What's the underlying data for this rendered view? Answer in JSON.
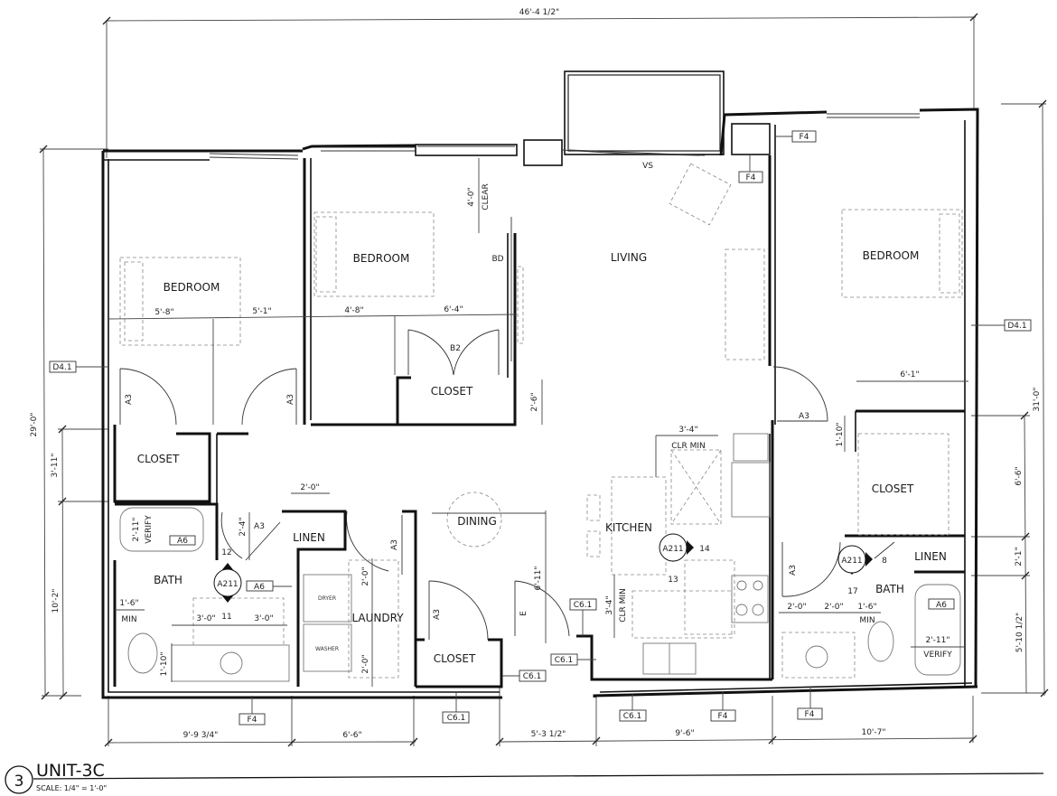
{
  "drawing": {
    "number": "3",
    "title": "UNIT-3C",
    "scale": "SCALE:  1/4\" = 1'-0\""
  },
  "rooms": {
    "bedroom_left": "BEDROOM",
    "bedroom_middle": "BEDROOM",
    "bedroom_right": "BEDROOM",
    "living": "LIVING",
    "dining": "DINING",
    "kitchen": "KITCHEN",
    "closet_left": "CLOSET",
    "closet_middle": "CLOSET",
    "closet_right": "CLOSET",
    "closet_entry": "CLOSET",
    "bath_left": "BATH",
    "bath_right": "BATH",
    "linen_left": "LINEN",
    "linen_right": "LINEN",
    "laundry": "LAUNDRY",
    "dryer": "DRYER",
    "washer": "WASHER"
  },
  "dimensions": {
    "overall_width": "46'-4 1/2\"",
    "left_height": "29'-0\"",
    "right_height": "31'-0\"",
    "left_3_11": "3'-11\"",
    "left_10_2": "10'-2\"",
    "right_6_6": "6'-6\"",
    "right_2_1": "2'-1\"",
    "right_5_10_5": "5'-10 1/2\"",
    "bed1_5_8": "5'-8\"",
    "bed1_5_1": "5'-1\"",
    "bed2_4_8": "4'-8\"",
    "bed2_6_4": "6'-4\"",
    "clear_4_0": "4'-0\"",
    "clear_label": "CLEAR",
    "closet_2_6": "2'-6\"",
    "bed3_6_1": "6'-1\"",
    "bed3_1_10": "1'-10\"",
    "kitchen_3_4_top": "3'-4\"",
    "kitchen_clr_min_top": "CLR MIN",
    "kitchen_3_4_left": "3'-4\"",
    "kitchen_clr_min_left": "CLR MIN",
    "dining_6_11": "6'-11\"",
    "linen_2_0": "2'-0\"",
    "bath_2_4": "2'-4\"",
    "bath_1_6": "1'-6\"",
    "bath_min": "MIN",
    "bath_3_0_a": "3'-0\"",
    "bath_3_0_b": "3'-0\"",
    "bath_1_10": "1'-10\"",
    "tub_2_11_left": "2'-11\"",
    "tub_verify_left": "VERIFY",
    "laundry_2_0_a": "2'-0\"",
    "laundry_2_0_b": "2'-0\"",
    "rbath_2_0_a": "2'-0\"",
    "rbath_2_0_b": "2'-0\"",
    "rbath_1_6": "1'-6\"",
    "rbath_min": "MIN",
    "tub_2_11_right": "2'-11\"",
    "tub_verify_right": "VERIFY",
    "bottom_9_9_75": "9'-9 3/4\"",
    "bottom_6_6": "6'-6\"",
    "bottom_5_3_5": "5'-3 1/2\"",
    "bottom_9_6": "9'-6\"",
    "bottom_10_7": "10'-7\""
  },
  "tags": {
    "d41_left": "D4.1",
    "d41_right": "D4.1",
    "f4_top_a": "F4",
    "f4_top_b": "F4",
    "f4_bottom_a": "F4",
    "f4_bottom_b": "F4",
    "f4_bottom_c": "F4",
    "c61_bottom_a": "C6.1",
    "c61_bottom_b": "C6.1",
    "c61_closet": "C6.1",
    "c61_kitchen_a": "C6.1",
    "c61_kitchen_b": "C6.1",
    "a6_tub_left": "A6",
    "a6_bath_left": "A6",
    "a6_tub_right": "A6"
  },
  "callouts": {
    "a211_bath_left": "A211",
    "a211_kitchen": "A211",
    "a211_bath_right": "A211",
    "num_11": "11",
    "num_12": "12",
    "num_13": "13",
    "num_14": "14",
    "num_8": "8",
    "num_17": "17"
  },
  "door_tags": {
    "a3_bed1_left": "A3",
    "a3_bed1_right": "A3",
    "a3_bath": "A3",
    "a3_laundry": "A3",
    "a3_closet_entry": "A3",
    "a3_bed3": "A3",
    "a3_rbath": "A3",
    "b2": "B2",
    "bd": "BD",
    "e": "E",
    "vs": "VS"
  }
}
